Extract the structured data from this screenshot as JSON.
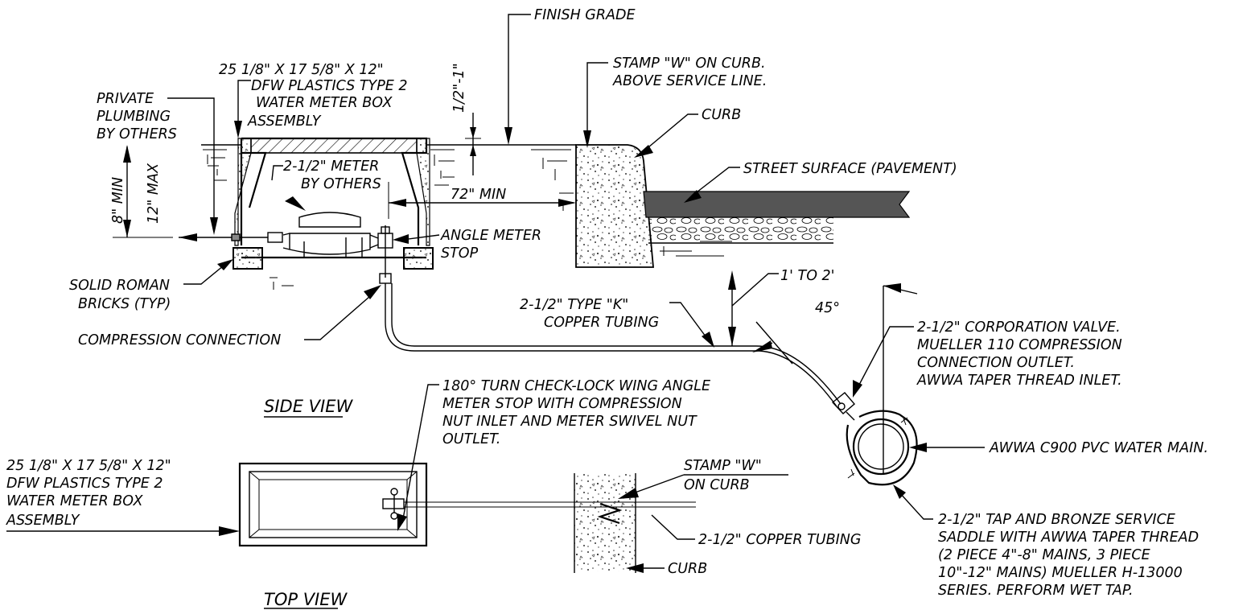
{
  "side_view": {
    "title": "SIDE VIEW",
    "labels": {
      "finish_grade": "FINISH GRADE",
      "box_size": "25 1/8\" X 17 5/8\" X 12\"",
      "box_type_1": "DFW PLASTICS TYPE 2",
      "box_type_2": "WATER METER BOX",
      "box_type_3": "ASSEMBLY",
      "private_1": "PRIVATE",
      "private_2": "PLUMBING",
      "private_3": "BY OTHERS",
      "depth_min": "8\" MIN",
      "depth_max": "12\" MAX",
      "meter_1": "2-1/2\" METER",
      "meter_2": "BY OTHERS",
      "offset": "1/2\"-1\"",
      "min_72": "72\" MIN",
      "angle_stop_1": "ANGLE METER",
      "angle_stop_2": "STOP",
      "bricks_1": "SOLID ROMAN",
      "bricks_2": "BRICKS (TYP)",
      "compression": "COMPRESSION CONNECTION",
      "stamp_1": "STAMP \"W\" ON CURB.",
      "stamp_2": "ABOVE SERVICE LINE.",
      "curb": "CURB",
      "street": "STREET SURFACE (PAVEMENT)",
      "depth_range": "1' TO 2'",
      "angle": "45°",
      "tubing_1": "2-1/2\" TYPE \"K\"",
      "tubing_2": "COPPER TUBING",
      "corp_1": "2-1/2\" CORPORATION VALVE.",
      "corp_2": "MUELLER 110 COMPRESSION",
      "corp_3": "CONNECTION OUTLET.",
      "corp_4": "AWWA TAPER THREAD INLET.",
      "main": "AWWA C900 PVC WATER MAIN.",
      "tap_1": "2-1/2\" TAP AND BRONZE SERVICE",
      "tap_2": "SADDLE WITH AWWA TAPER THREAD",
      "tap_3": "(2 PIECE 4\"-8\" MAINS, 3 PIECE",
      "tap_4": "10\"-12\" MAINS) MUELLER H-13000",
      "tap_5": "SERIES. PERFORM WET TAP.",
      "check_1": "180° TURN CHECK-LOCK WING ANGLE",
      "check_2": "METER STOP WITH COMPRESSION",
      "check_3": "NUT INLET AND METER SWIVEL NUT",
      "check_4": "OUTLET."
    }
  },
  "top_view": {
    "title": "TOP VIEW",
    "labels": {
      "box_size": "25 1/8\" X 17 5/8\" X 12\"",
      "box_type_1": "DFW PLASTICS TYPE 2",
      "box_type_2": "WATER METER BOX",
      "box_type_3": "ASSEMBLY",
      "stamp_1": "STAMP \"W\"",
      "stamp_2": "ON CURB",
      "tubing": "2-1/2\" COPPER TUBING",
      "curb": "CURB"
    }
  }
}
